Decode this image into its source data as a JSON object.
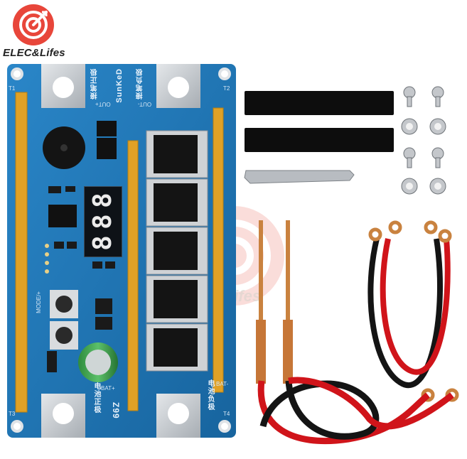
{
  "brand": {
    "name": "ELEC&Lifes",
    "watermark_text": "C&Lifes"
  },
  "board": {
    "brand_label": "SunKeD",
    "model_label": "Z99",
    "label_out_plus_cn": "接笔正极",
    "label_out_plus": "OUT+",
    "label_out_minus_cn": "接笔负极",
    "label_out_minus": "OUT-",
    "label_bat_plus_cn": "电池正极",
    "label_bat_plus": "BAT+",
    "label_bat_minus_cn": "电池负极",
    "label_bat_minus": "BAT-",
    "mode_label": "MODE/+",
    "pad_t1": "T1",
    "pad_t2": "T2",
    "pad_t3": "T3",
    "pad_t4": "T4",
    "display_digits": [
      "8",
      "8",
      "8"
    ]
  },
  "colors": {
    "pcb_blue": "#1e74b5",
    "pcb_dark": "#155e94",
    "copper": "#c9823f",
    "gold_strip": "#e0a126",
    "nickel": "#c8ccd0",
    "red_wire": "#d0141a",
    "black_wire": "#141414"
  }
}
